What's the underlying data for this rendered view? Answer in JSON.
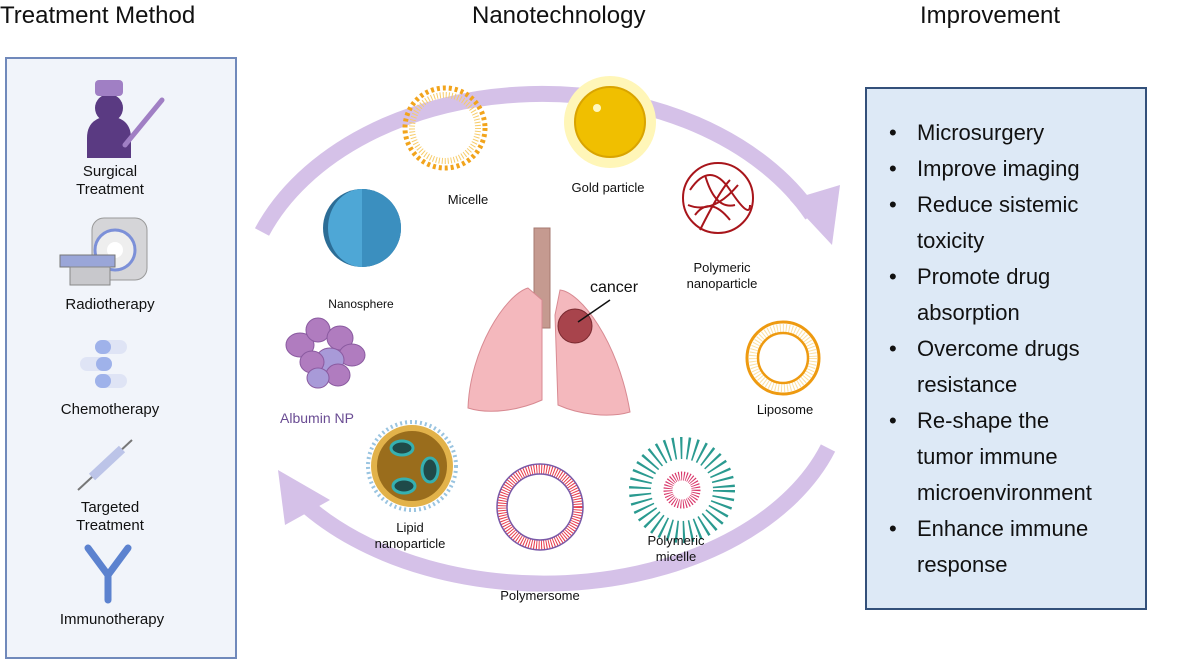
{
  "headers": {
    "treatment": "Treatment Method",
    "nano": "Nanotechnology",
    "improvement": "Improvement"
  },
  "treatments": [
    {
      "label": "Surgical\nTreatment",
      "icon": "surgeon-icon"
    },
    {
      "label": "Radiotherapy",
      "icon": "mri-scanner-icon"
    },
    {
      "label": "Chemotherapy",
      "icon": "pills-icon"
    },
    {
      "label": "Targeted\nTreatment",
      "icon": "syringe-icon"
    },
    {
      "label": "Immunotherapy",
      "icon": "antibody-icon"
    }
  ],
  "nanoparticles": {
    "micelle": "Micelle",
    "gold": "Gold particle",
    "polymeric_np": "Polymeric\nnanoparticle",
    "nanosphere": "Nanosphere",
    "albumin": "Albumin NP",
    "lipid": "Lipid\nnanoparticle",
    "polymersome": "Polymersome",
    "polymeric_micelle": "Polymeric\nmicelle",
    "liposome": "Liposome"
  },
  "center": {
    "cancer_label": "cancer"
  },
  "improvements": [
    "Microsurgery",
    "Improve imaging",
    "Reduce sistemic\ntoxicity",
    "Promote drug\nabsorption",
    "Overcome drugs\nresistance",
    "Re-shape the\ntumor immune\nmicroenvironment",
    "Enhance immune\nresponse"
  ],
  "colors": {
    "arc": "#d5c1e8",
    "left_box_border": "#7089bb",
    "right_box_fill": "#dde9f6",
    "albumin_text": "#6a4c93"
  }
}
